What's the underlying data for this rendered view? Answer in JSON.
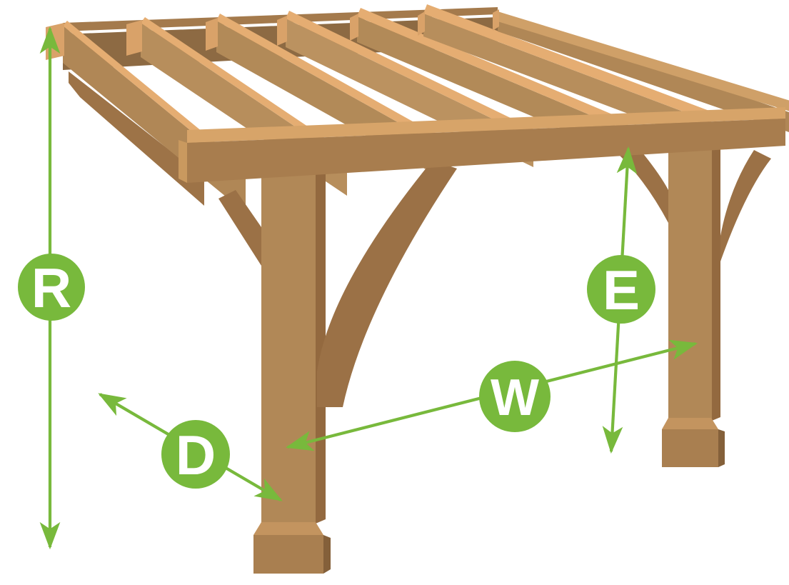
{
  "diagram": {
    "subject": "lean-to-timber-pergola-frame",
    "background": "#ffffff"
  },
  "palette": {
    "accent_green": "#78b93c",
    "label_text": "#ffffff",
    "wood_top": "#e5ad72",
    "wood_side": "#b78e5c",
    "wood_front": "#a87d4e",
    "wood_shadow": "#8d6a43"
  },
  "dimensions": {
    "r": {
      "label": "R",
      "orientation": "vertical-left"
    },
    "e": {
      "label": "E",
      "orientation": "vertical-right"
    },
    "w": {
      "label": "W",
      "orientation": "width-axis"
    },
    "d": {
      "label": "D",
      "orientation": "depth-axis"
    }
  }
}
